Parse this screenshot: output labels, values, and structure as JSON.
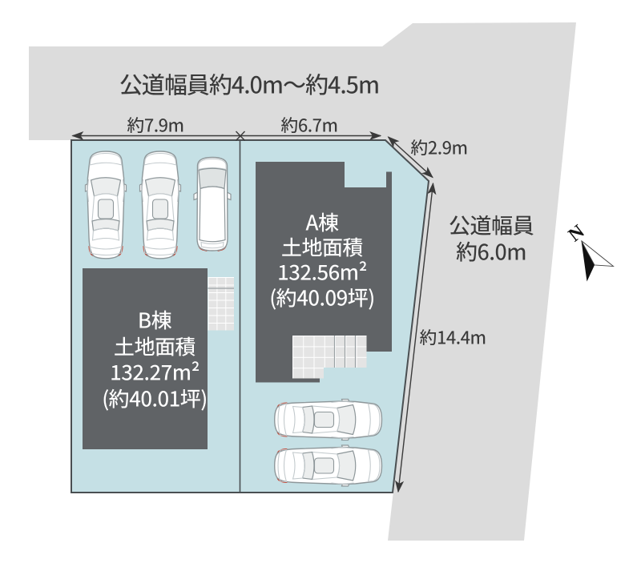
{
  "figure": {
    "type": "site-plan",
    "compass_north": "N"
  },
  "roads": {
    "top_label": "公道幅員約4.0m〜約4.5m",
    "right_label": "公道幅員\n約6.0m"
  },
  "dimensions": {
    "frontage_b": "約7.9m",
    "frontage_a": "約6.7m",
    "corner_cut": "約2.9m",
    "depth_right": "約14.4m"
  },
  "parcels": {
    "a": {
      "name": "A棟",
      "area_title": "土地面積",
      "area_sqm": "132.56m²",
      "area_tsubo": "(約40.09坪)"
    },
    "b": {
      "name": "B棟",
      "area_title": "土地面積",
      "area_sqm": "132.27m²",
      "area_tsubo": "(約40.01坪)"
    }
  },
  "colors": {
    "road": "#dcdcdc",
    "lot": "#c5e0e5",
    "building": "#606366",
    "line": "#3a3a3a",
    "border": "#4a4f52",
    "tile": "#e4e4e4",
    "tail": "#c4402e",
    "carstroke": "#8e979a",
    "glass": "#eceeee"
  }
}
